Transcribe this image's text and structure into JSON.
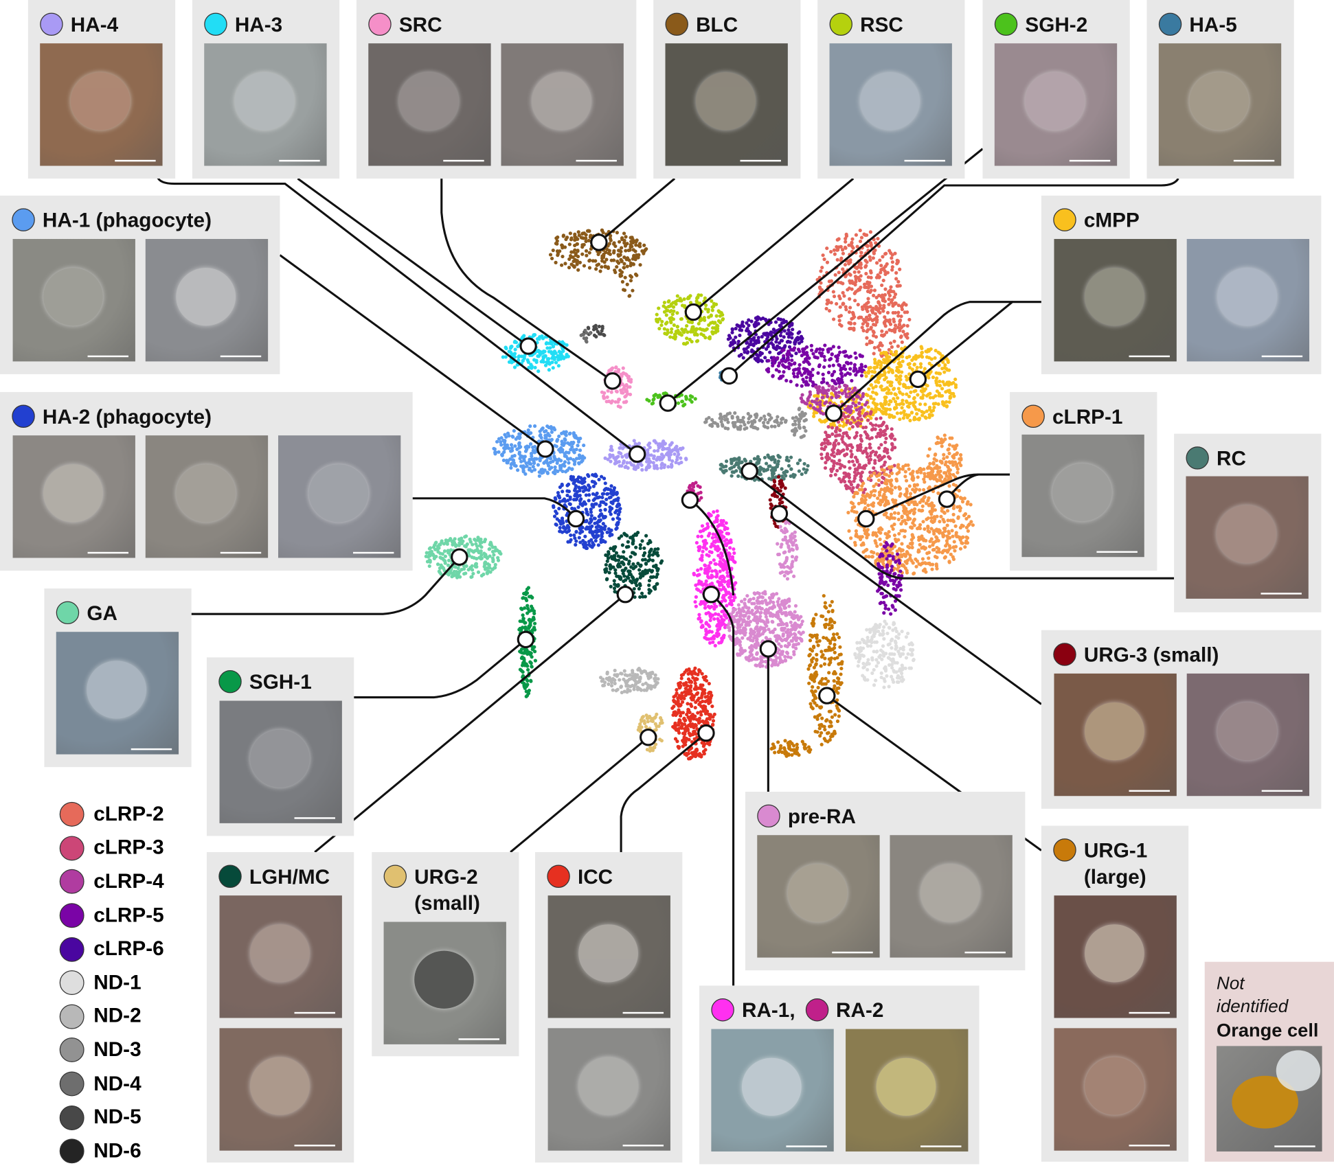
{
  "cell_types": {
    "ha4": {
      "label": "HA-4",
      "color": "#a99af5"
    },
    "ha3": {
      "label": "HA-3",
      "color": "#22ddf5"
    },
    "src": {
      "label": "SRC",
      "color": "#f58fc8"
    },
    "blc": {
      "label": "BLC",
      "color": "#8a5a1a"
    },
    "rsc": {
      "label": "RSC",
      "color": "#b5d10e"
    },
    "sgh2": {
      "label": "SGH-2",
      "color": "#4cc21c"
    },
    "ha5": {
      "label": "HA-5",
      "color": "#3a7aa0"
    },
    "ha1": {
      "label": "HA-1 (phagocyte)",
      "color": "#5b9cf0"
    },
    "cmpp": {
      "label": "cMPP",
      "color": "#f9c01e"
    },
    "ha2": {
      "label": "HA-2 (phagocyte)",
      "color": "#2240d0"
    },
    "clrp1": {
      "label": "cLRP-1",
      "color": "#f6994a"
    },
    "rc": {
      "label": "RC",
      "color": "#4a7a72"
    },
    "ga": {
      "label": "GA",
      "color": "#6fd6a8"
    },
    "sgh1": {
      "label": "SGH-1",
      "color": "#089848"
    },
    "urg3": {
      "label": "URG-3 (small)",
      "color": "#8a0010"
    },
    "prera": {
      "label": "pre-RA",
      "color": "#d98ad0"
    },
    "urg1": {
      "label": "URG-1 (large)",
      "color": "#c87a0a"
    },
    "lgh": {
      "label": "LGH/MC",
      "color": "#064a3a"
    },
    "urg2": {
      "label": "URG-2 (small)",
      "color": "#e0c070"
    },
    "icc": {
      "label": "ICC",
      "color": "#e63020"
    },
    "ra1": {
      "label": "RA-1,",
      "color": "#ff30f0"
    },
    "ra2": {
      "label": "RA-2",
      "color": "#c0208a"
    }
  },
  "legend": [
    {
      "label": "cLRP-2",
      "color": "#e66a5a"
    },
    {
      "label": "cLRP-3",
      "color": "#cc4677"
    },
    {
      "label": "cLRP-4",
      "color": "#b03ca0"
    },
    {
      "label": "cLRP-5",
      "color": "#7a04a6"
    },
    {
      "label": "cLRP-6",
      "color": "#4a06a0"
    },
    {
      "label": "ND-1",
      "color": "#dedede"
    },
    {
      "label": "ND-2",
      "color": "#b8b8b8"
    },
    {
      "label": "ND-3",
      "color": "#929292"
    },
    {
      "label": "ND-4",
      "color": "#6e6e6e"
    },
    {
      "label": "ND-5",
      "color": "#484848"
    },
    {
      "label": "ND-6",
      "color": "#242424"
    }
  ],
  "not_identified": {
    "line1": "Not",
    "line2": "identified",
    "title": "Orange cell"
  }
}
